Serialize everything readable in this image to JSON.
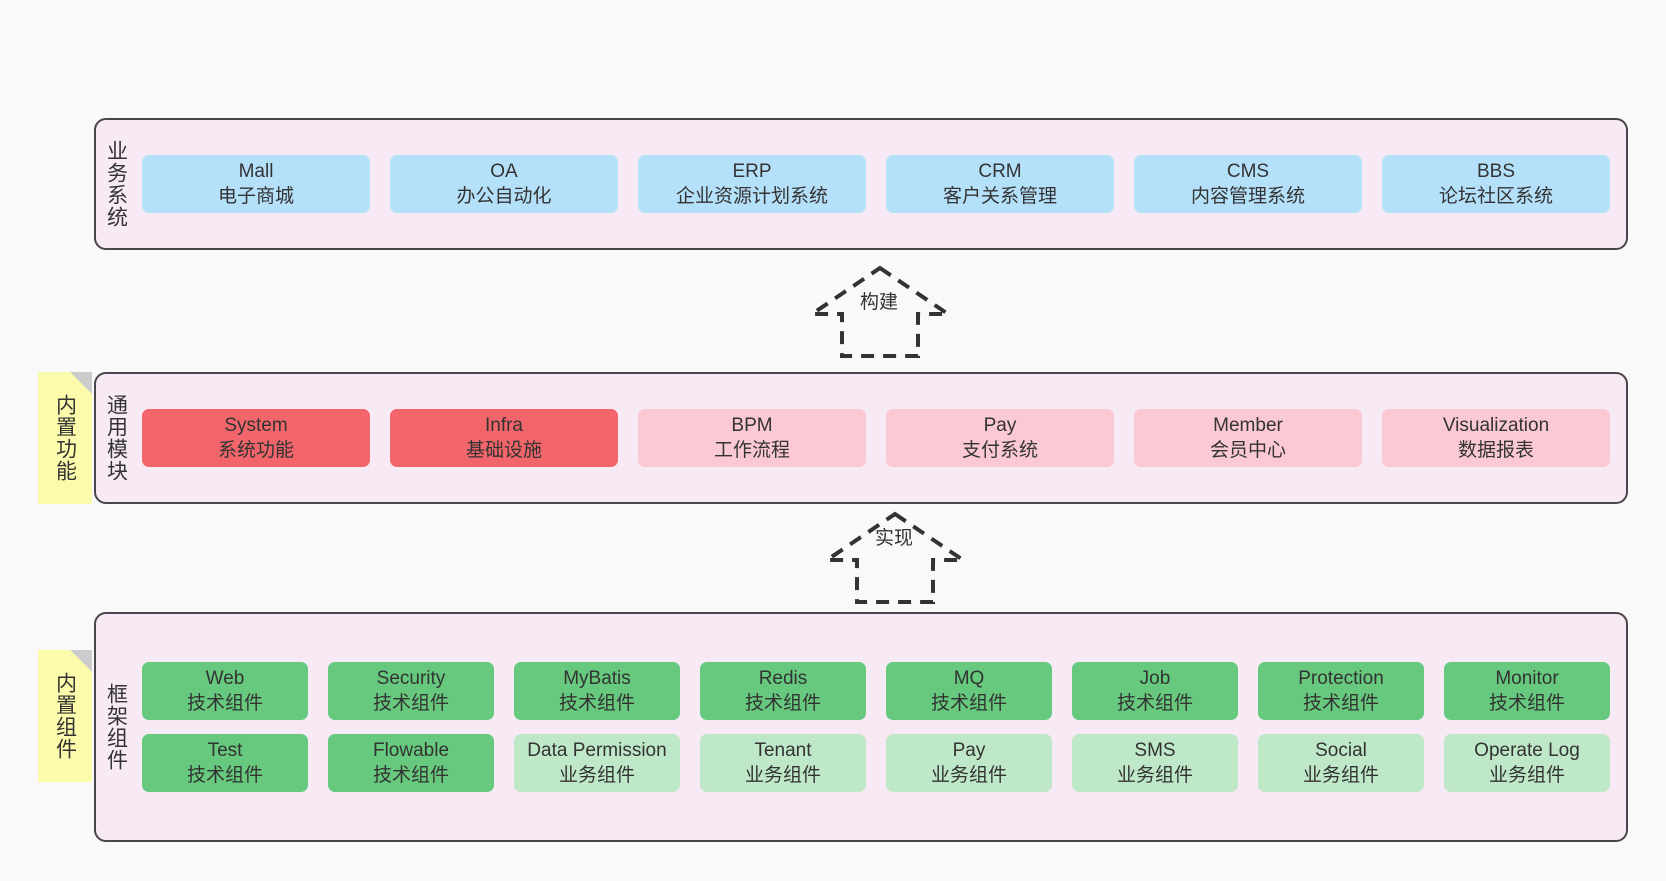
{
  "layers": [
    {
      "id": "business-system",
      "title": "业务系统",
      "rows": [
        {
          "cards": [
            {
              "color": "blue",
              "en": "Mall",
              "cn": "电子商城"
            },
            {
              "color": "blue",
              "en": "OA",
              "cn": "办公自动化"
            },
            {
              "color": "blue",
              "en": "ERP",
              "cn": "企业资源计划系统"
            },
            {
              "color": "blue",
              "en": "CRM",
              "cn": "客户关系管理"
            },
            {
              "color": "blue",
              "en": "CMS",
              "cn": "内容管理系统"
            },
            {
              "color": "blue",
              "en": "BBS",
              "cn": "论坛社区系统"
            }
          ]
        }
      ]
    },
    {
      "id": "common-module",
      "title": "通用模块",
      "note": "内置功能",
      "rows": [
        {
          "cards": [
            {
              "color": "red",
              "en": "System",
              "cn": "系统功能"
            },
            {
              "color": "red",
              "en": "Infra",
              "cn": "基础设施"
            },
            {
              "color": "pink",
              "en": "BPM",
              "cn": "工作流程"
            },
            {
              "color": "pink",
              "en": "Pay",
              "cn": "支付系统"
            },
            {
              "color": "pink",
              "en": "Member",
              "cn": "会员中心"
            },
            {
              "color": "pink",
              "en": "Visualization",
              "cn": "数据报表"
            }
          ]
        }
      ]
    },
    {
      "id": "framework-component",
      "title": "框架组件",
      "note": "内置组件",
      "rows": [
        {
          "cards": [
            {
              "color": "green",
              "en": "Web",
              "cn": "技术组件"
            },
            {
              "color": "green",
              "en": "Security",
              "cn": "技术组件"
            },
            {
              "color": "green",
              "en": "MyBatis",
              "cn": "技术组件"
            },
            {
              "color": "green",
              "en": "Redis",
              "cn": "技术组件"
            },
            {
              "color": "green",
              "en": "MQ",
              "cn": "技术组件"
            },
            {
              "color": "green",
              "en": "Job",
              "cn": "技术组件"
            },
            {
              "color": "green",
              "en": "Protection",
              "cn": "技术组件"
            },
            {
              "color": "green",
              "en": "Monitor",
              "cn": "技术组件"
            }
          ]
        },
        {
          "cards": [
            {
              "color": "green",
              "en": "Test",
              "cn": "技术组件"
            },
            {
              "color": "green",
              "en": "Flowable",
              "cn": "技术组件"
            },
            {
              "color": "lightgreen",
              "en": "Data Permission",
              "cn": "业务组件"
            },
            {
              "color": "lightgreen",
              "en": "Tenant",
              "cn": "业务组件"
            },
            {
              "color": "lightgreen",
              "en": "Pay",
              "cn": "业务组件"
            },
            {
              "color": "lightgreen",
              "en": "SMS",
              "cn": "业务组件"
            },
            {
              "color": "lightgreen",
              "en": "Social",
              "cn": "业务组件"
            },
            {
              "color": "lightgreen",
              "en": "Operate Log",
              "cn": "业务组件"
            }
          ]
        }
      ]
    }
  ],
  "connectors": [
    {
      "id": "build",
      "label": "构建"
    },
    {
      "id": "implement",
      "label": "实现"
    }
  ],
  "colors": {
    "canvas_background": "#f9f9f9",
    "layer_background": "#f8eaf4",
    "layer_border": "#4a444d",
    "note_background": "#fbfbab",
    "note_fold": "#cccccc",
    "blue": "#b5e0fa",
    "red": "#f2656a",
    "pink": "#fbc9d4",
    "green": "#66c97d",
    "lightgreen": "#bfe8c9",
    "text": "#333333"
  }
}
